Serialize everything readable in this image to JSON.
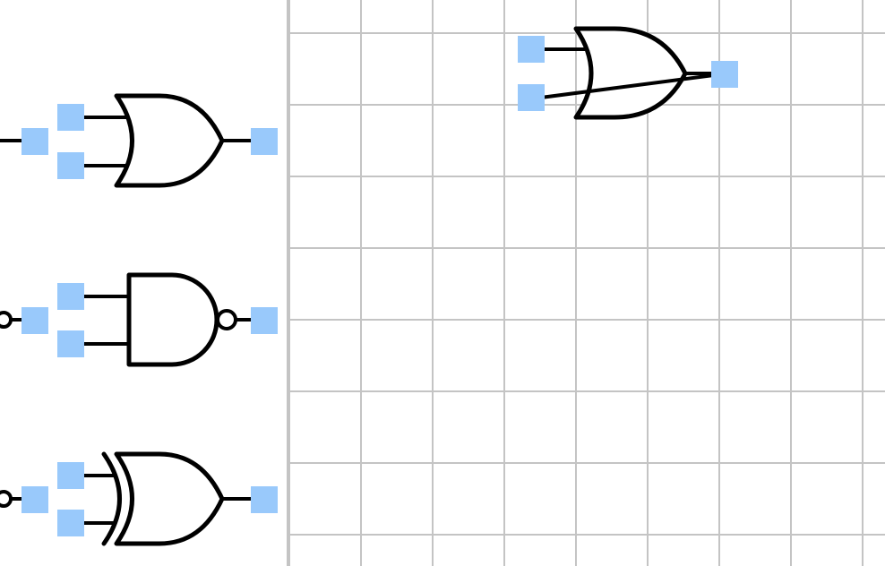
{
  "palette": {
    "items": [
      {
        "gate": "or",
        "icon": "or-gate-icon"
      },
      {
        "gate": "nand",
        "icon": "nand-gate-icon"
      },
      {
        "gate": "xnor",
        "icon": "xnor-gate-icon"
      }
    ]
  },
  "canvas": {
    "grid": true,
    "placed_gates": [
      {
        "gate": "or",
        "icon": "or-gate-icon",
        "selected": true
      }
    ],
    "wires": [
      {
        "from": "or-gate-input-2",
        "to": "or-gate-output"
      }
    ]
  },
  "colors": {
    "port_handle": "#99c9fb",
    "grid_line": "#c4c4c4",
    "gate_stroke": "#000000",
    "background": "#ffffff"
  }
}
